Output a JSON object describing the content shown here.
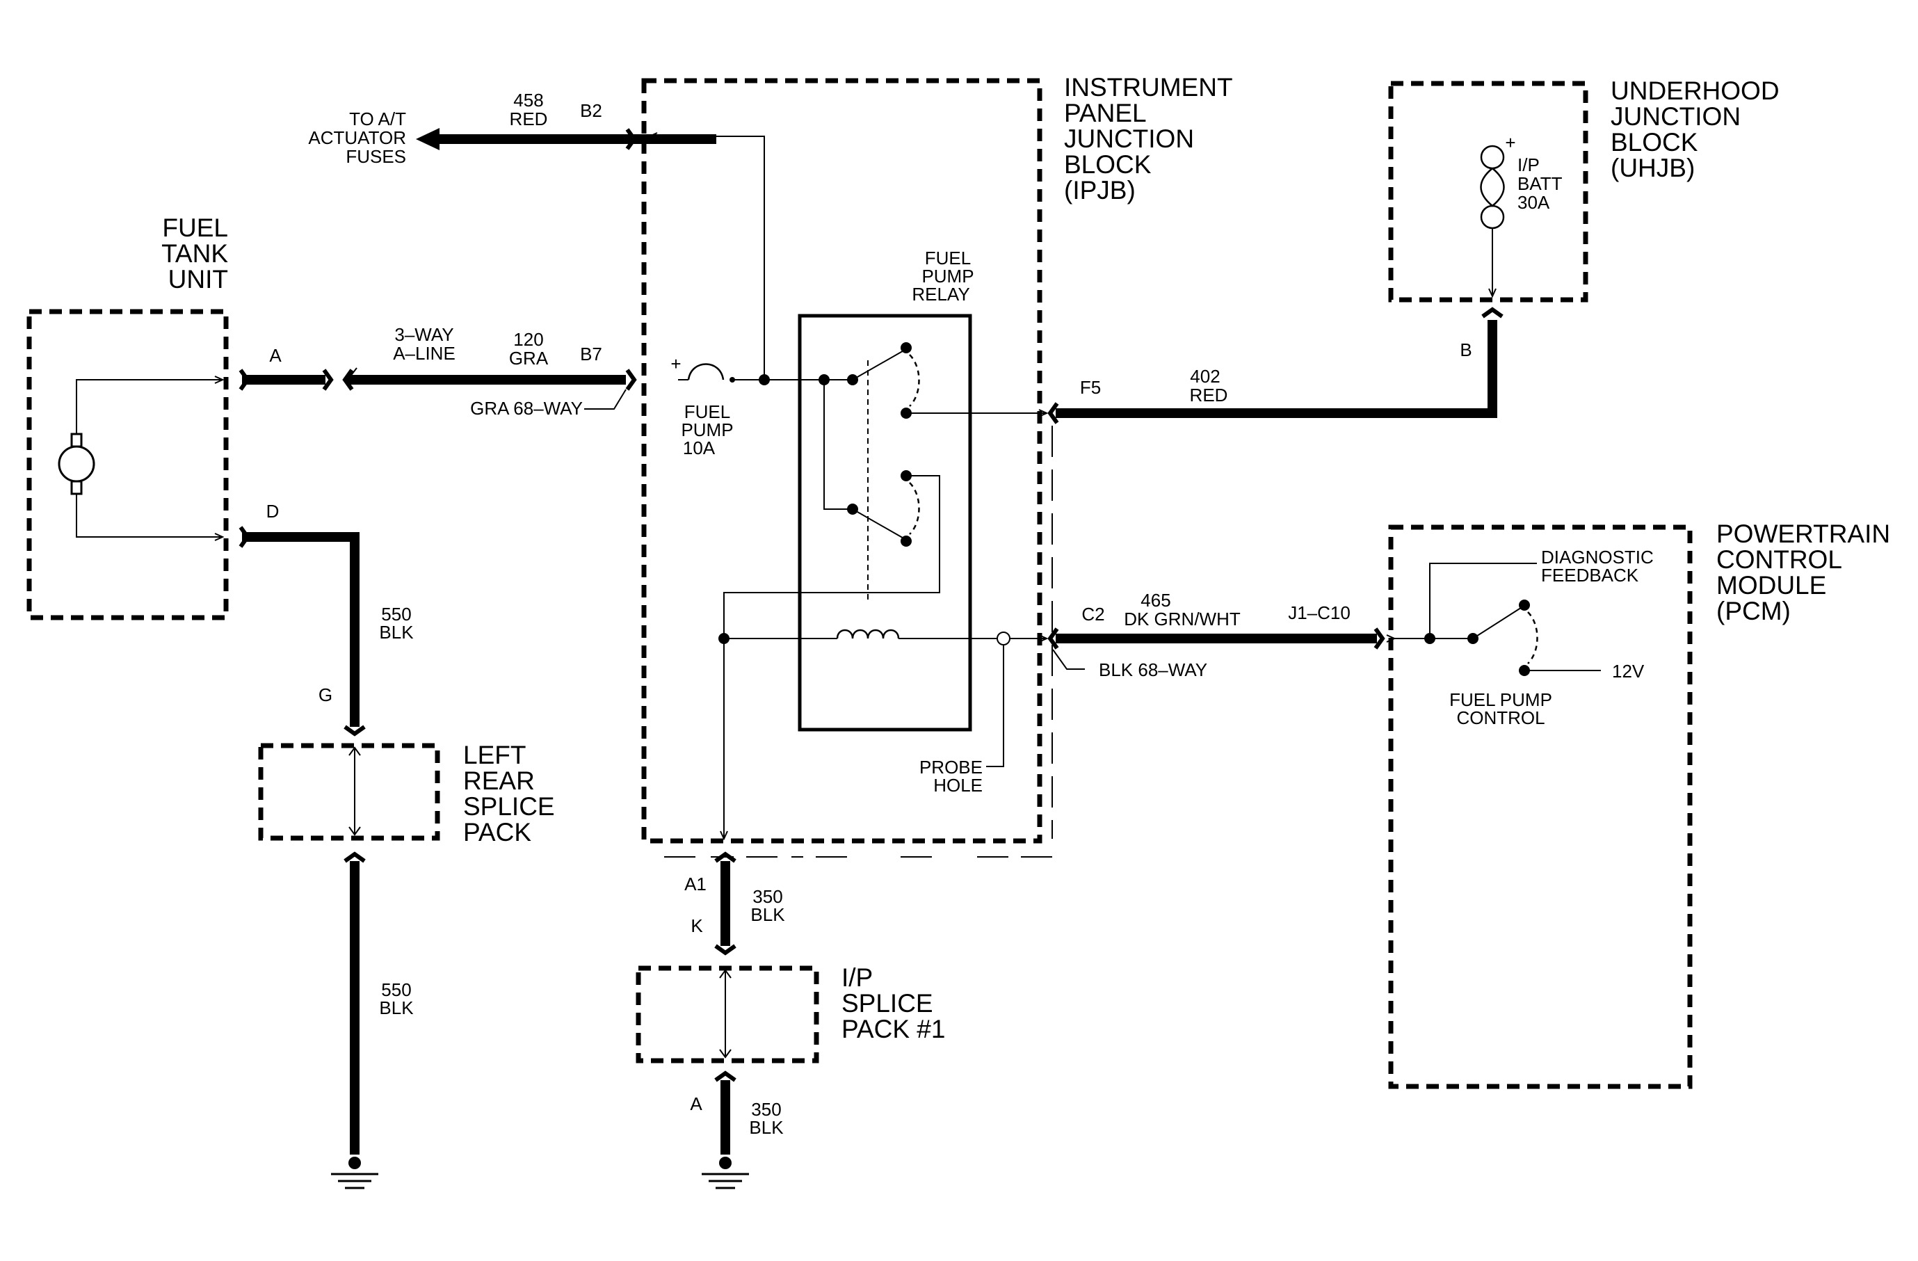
{
  "blocks": {
    "fuel_tank": [
      "FUEL",
      "TANK",
      "UNIT"
    ],
    "ipjb": [
      "INSTRUMENT",
      "PANEL",
      "JUNCTION",
      "BLOCK",
      "(IPJB)"
    ],
    "uhjb": [
      "UNDERHOOD",
      "JUNCTION",
      "BLOCK",
      "(UHJB)"
    ],
    "pcm": [
      "POWERTRAIN",
      "CONTROL",
      "MODULE",
      "(PCM)"
    ],
    "left_rear_splice": [
      "LEFT",
      "REAR",
      "SPLICE",
      "PACK"
    ],
    "ip_splice": [
      "I/P",
      "SPLICE",
      "PACK #1"
    ]
  },
  "to_at": [
    "TO A/T",
    "ACTUATOR",
    "FUSES"
  ],
  "wire_458": {
    "circuit": "458",
    "color": "RED",
    "pin": "B2"
  },
  "pin_a": "A",
  "connector_3way": [
    "3–WAY",
    "A–LINE"
  ],
  "wire_120": {
    "circuit": "120",
    "color": "GRA",
    "pin": "B7"
  },
  "gra_68way": "GRA  68–WAY",
  "fuse_plus": "+",
  "fuel_pump_fuse": [
    "FUEL",
    "PUMP",
    "10A"
  ],
  "relay_label": [
    "FUEL",
    "PUMP",
    "RELAY"
  ],
  "pin_d": "D",
  "wire_550_top": {
    "circuit": "550",
    "color": "BLK"
  },
  "pin_g": "G",
  "wire_550_bottom": {
    "circuit": "550",
    "color": "BLK"
  },
  "pin_f5": "F5",
  "wire_402": {
    "circuit": "402",
    "color": "RED"
  },
  "pin_b": "B",
  "batt_plus": "+",
  "ip_batt_fuse": [
    "I/P",
    "BATT",
    "30A"
  ],
  "pin_c2": "C2",
  "wire_465": {
    "circuit": "465",
    "color": "DK GRN/WHT",
    "pin": "J1–C10"
  },
  "blk_68way": "BLK  68–WAY",
  "diagnostic_feedback": [
    "DIAGNOSTIC",
    "FEEDBACK"
  ],
  "v12": "12V",
  "fuel_pump_control": [
    "FUEL PUMP",
    "CONTROL"
  ],
  "probe_hole": [
    "PROBE",
    "HOLE"
  ],
  "pin_a1": "A1",
  "pin_k": "K",
  "wire_350_top": {
    "circuit": "350",
    "color": "BLK"
  },
  "pin_a_lower": "A",
  "wire_350_bottom": {
    "circuit": "350",
    "color": "BLK"
  }
}
